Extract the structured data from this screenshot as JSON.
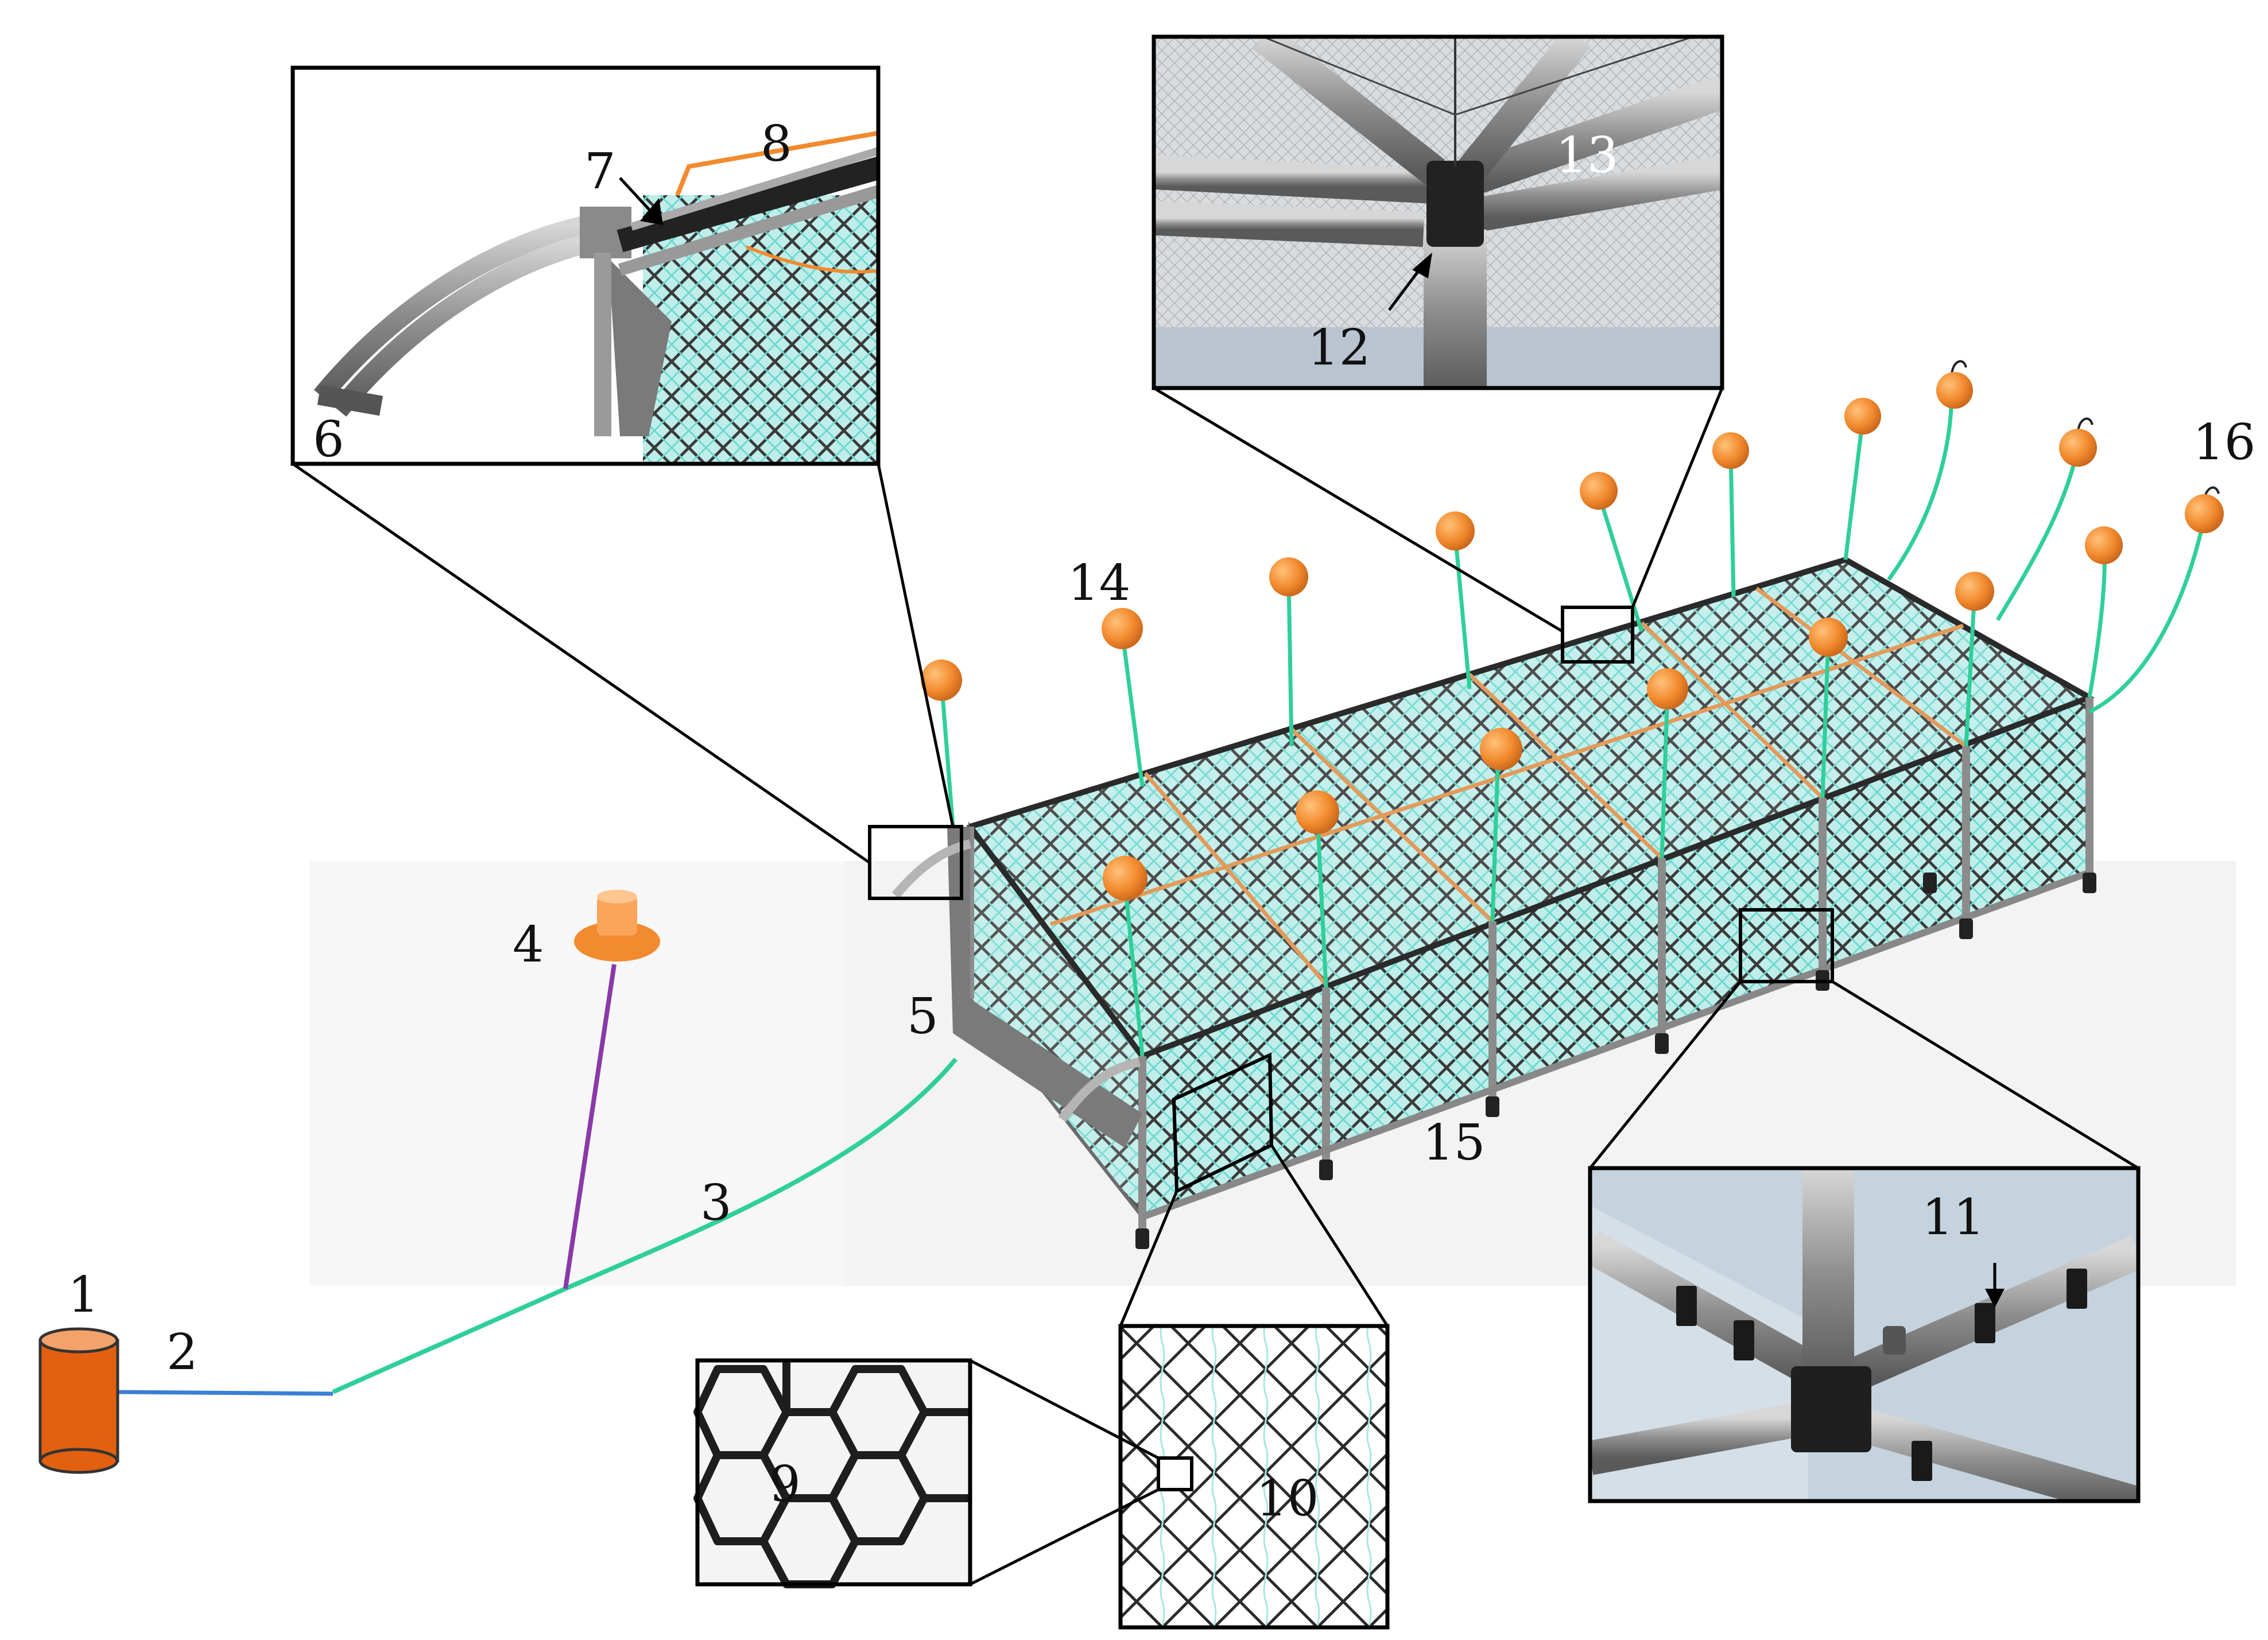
{
  "callouts": {
    "n1": "1",
    "n2": "2",
    "n3": "3",
    "n4": "4",
    "n5": "5",
    "n6": "6",
    "n7": "7",
    "n8": "8",
    "n9": "9",
    "n10": "10",
    "n11": "11",
    "n12": "12",
    "n13": "13",
    "n14": "14",
    "n15": "15",
    "n16": "16"
  },
  "colors": {
    "float": "#f28a2e",
    "rope_green": "#2fcf9a",
    "rope_blue": "#3a7fd6",
    "rope_purple": "#8a3aa8",
    "anchor": "#e2600f",
    "frame": "#8c8c8c",
    "netting": "#5fd3cc",
    "inset_border": "#000000"
  },
  "icons": {
    "anchor": "cylinder-anchor-icon",
    "buoy": "marker-buoy-icon",
    "float": "sphere-float-icon"
  }
}
